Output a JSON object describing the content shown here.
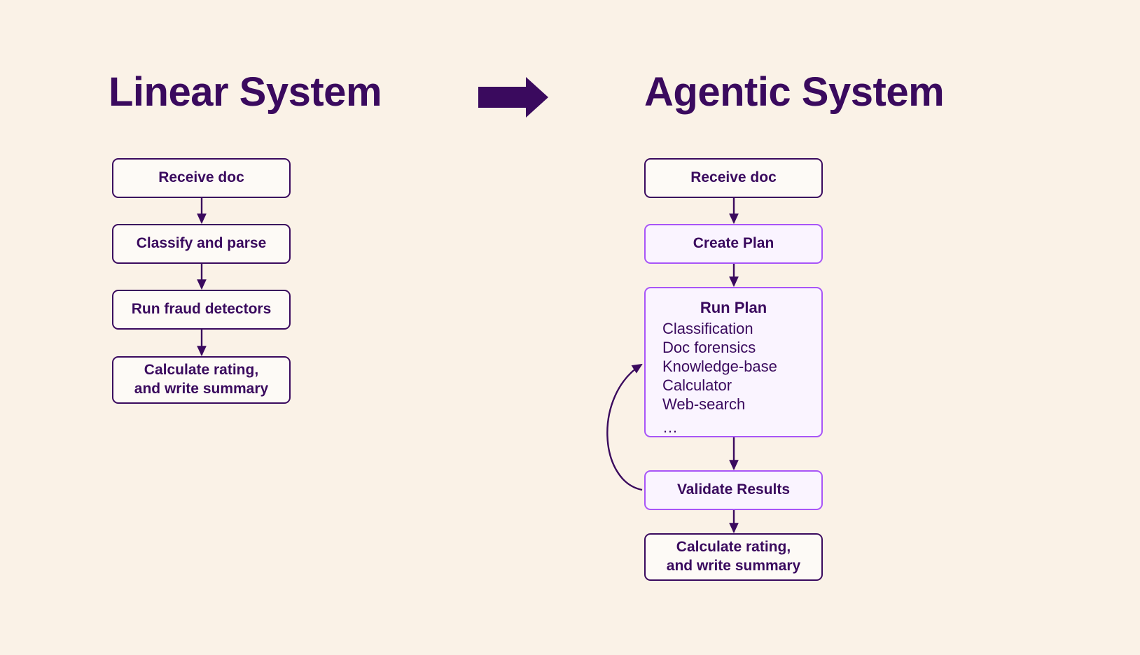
{
  "theme": {
    "background": "#faf2e7",
    "ink": "#3a0a5e",
    "accent": "#a855f7",
    "accent_fill": "#faf4ff",
    "box_fill": "#fdfaf6"
  },
  "headings": {
    "left": "Linear System",
    "right": "Agentic System",
    "transition_icon": "right-arrow-icon"
  },
  "linear_flow": {
    "nodes": [
      {
        "id": "receive-doc",
        "lines": [
          "Receive doc"
        ]
      },
      {
        "id": "classify-parse",
        "lines": [
          "Classify and parse"
        ]
      },
      {
        "id": "run-fraud",
        "lines": [
          "Run fraud detectors"
        ]
      },
      {
        "id": "calculate-rating",
        "lines": [
          "Calculate rating,",
          "and write summary"
        ]
      }
    ]
  },
  "agentic_flow": {
    "nodes": [
      {
        "id": "receive-doc",
        "lines": [
          "Receive doc"
        ]
      },
      {
        "id": "create-plan",
        "lines": [
          "Create Plan"
        ]
      },
      {
        "id": "validate-results",
        "lines": [
          "Validate Results"
        ]
      },
      {
        "id": "calculate-rating",
        "lines": [
          "Calculate rating,",
          "and write summary"
        ]
      }
    ],
    "run_plan": {
      "title": "Run Plan",
      "items": [
        "Classification",
        "Doc forensics",
        "Knowledge-base",
        "Calculator",
        "Web-search",
        "…"
      ]
    },
    "feedback_loop_label": "retry-loop-arrow"
  }
}
